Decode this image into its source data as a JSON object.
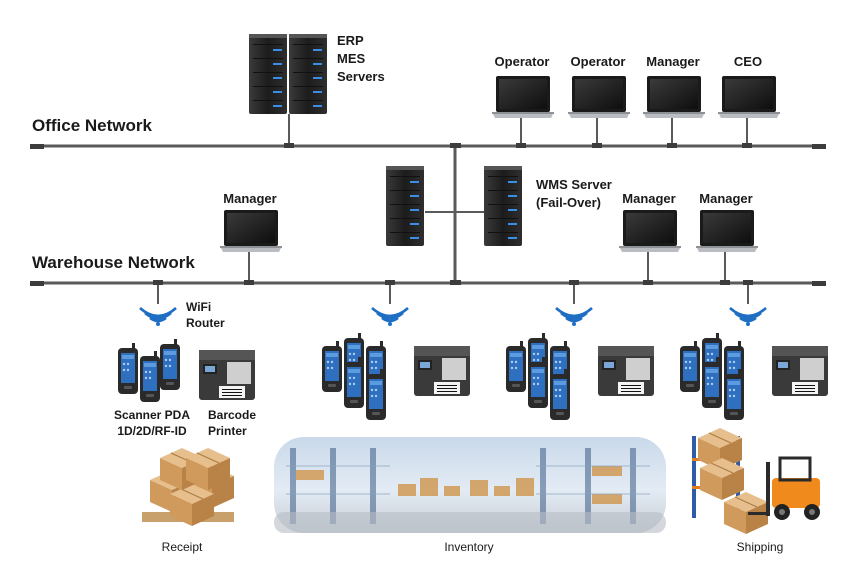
{
  "office_network": {
    "title": "Office Network",
    "servers_label": [
      "ERP",
      "MES",
      "Servers"
    ],
    "workstations": [
      "Operator",
      "Operator",
      "Manager",
      "CEO"
    ]
  },
  "warehouse_network": {
    "title": "Warehouse Network",
    "wms_label": [
      "WMS Server",
      "(Fail-Over)"
    ],
    "left_manager": "Manager",
    "right_managers": [
      "Manager",
      "Manager"
    ],
    "wifi_label": [
      "WiFi",
      "Router"
    ],
    "scanner_label": [
      "Scanner PDA",
      "1D/2D/RF-ID"
    ],
    "printer_label": [
      "Barcode",
      "Printer"
    ]
  },
  "areas": {
    "receipt": "Receipt",
    "inventory": "Inventory",
    "shipping": "Shipping"
  },
  "colors": {
    "line": "#5a5a5a",
    "wifi": "#1e6fc4",
    "server": "#2b2b2b",
    "screen_accent": "#3a8ee6",
    "box": "#d9a56a",
    "forklift": "#f08a1c"
  }
}
